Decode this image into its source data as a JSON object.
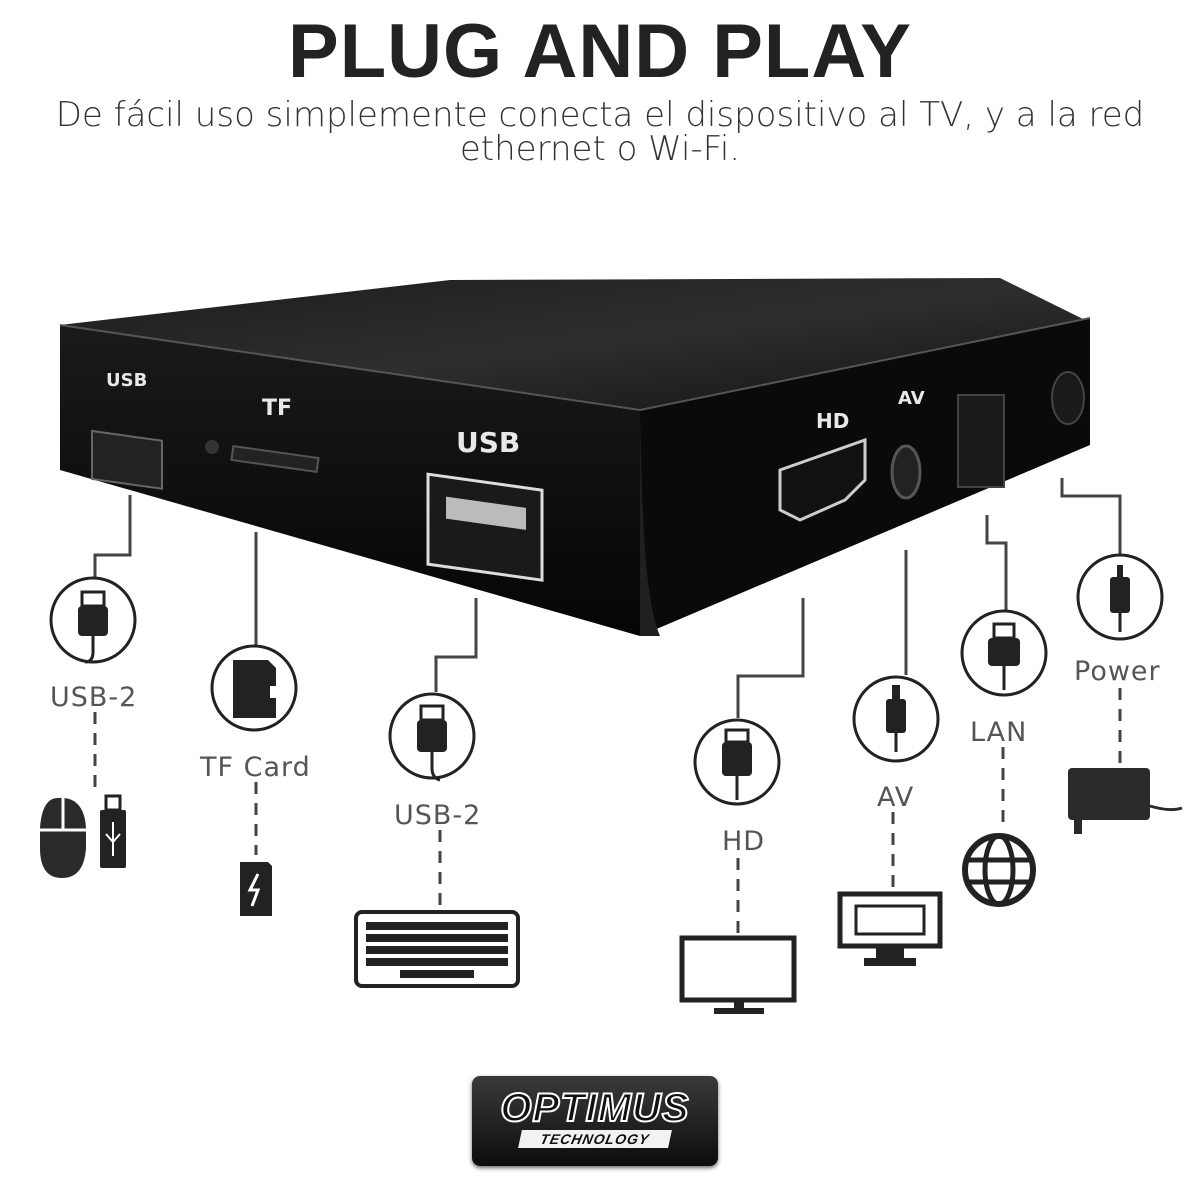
{
  "header": {
    "title": "PLUG AND PLAY",
    "subtitle": "De fácil uso simplemente conecta el dispositivo al TV, y a la red ethernet o Wi-Fi."
  },
  "device": {
    "port_labels": {
      "usb_side": "USB",
      "tf": "TF",
      "usb_front": "USB",
      "hd": "HD",
      "av": "AV"
    }
  },
  "connections": [
    {
      "label": "USB-2",
      "port_icon": "usb-plug-icon",
      "device_icons": [
        "mouse-icon",
        "usb-drive-icon"
      ]
    },
    {
      "label": "TF Card",
      "port_icon": "sd-card-icon",
      "device_icons": [
        "flash-card-icon"
      ]
    },
    {
      "label": "USB-2",
      "port_icon": "usb-plug-icon",
      "device_icons": [
        "keyboard-icon"
      ]
    },
    {
      "label": "HD",
      "port_icon": "hdmi-plug-icon",
      "device_icons": [
        "monitor-icon"
      ]
    },
    {
      "label": "AV",
      "port_icon": "av-plug-icon",
      "device_icons": [
        "tv-icon"
      ]
    },
    {
      "label": "LAN",
      "port_icon": "lan-plug-icon",
      "device_icons": [
        "globe-icon"
      ]
    },
    {
      "label": "Power",
      "port_icon": "power-plug-icon",
      "device_icons": [
        "power-adapter-icon"
      ]
    }
  ],
  "logo": {
    "main": "OPTIMUS",
    "sub": "TECHNOLOGY"
  },
  "colors": {
    "device": "#0e0e0e",
    "line": "#444444",
    "label": "#555555"
  }
}
